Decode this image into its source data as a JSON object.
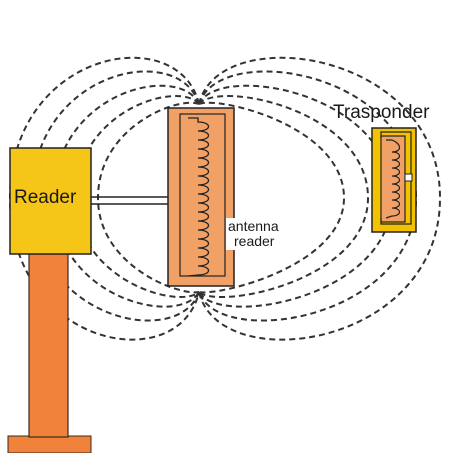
{
  "labels": {
    "reader": "Reader",
    "antenna_line1": "antenna",
    "antenna_line2": "reader",
    "transponder": "Trasponder"
  },
  "colors": {
    "reader_box": "#F5C518",
    "stand": "#F0823C",
    "antenna_panel": "#F2A166",
    "transponder_card": "#F2C200",
    "field_lines": "#333333",
    "outline": "#222222"
  }
}
